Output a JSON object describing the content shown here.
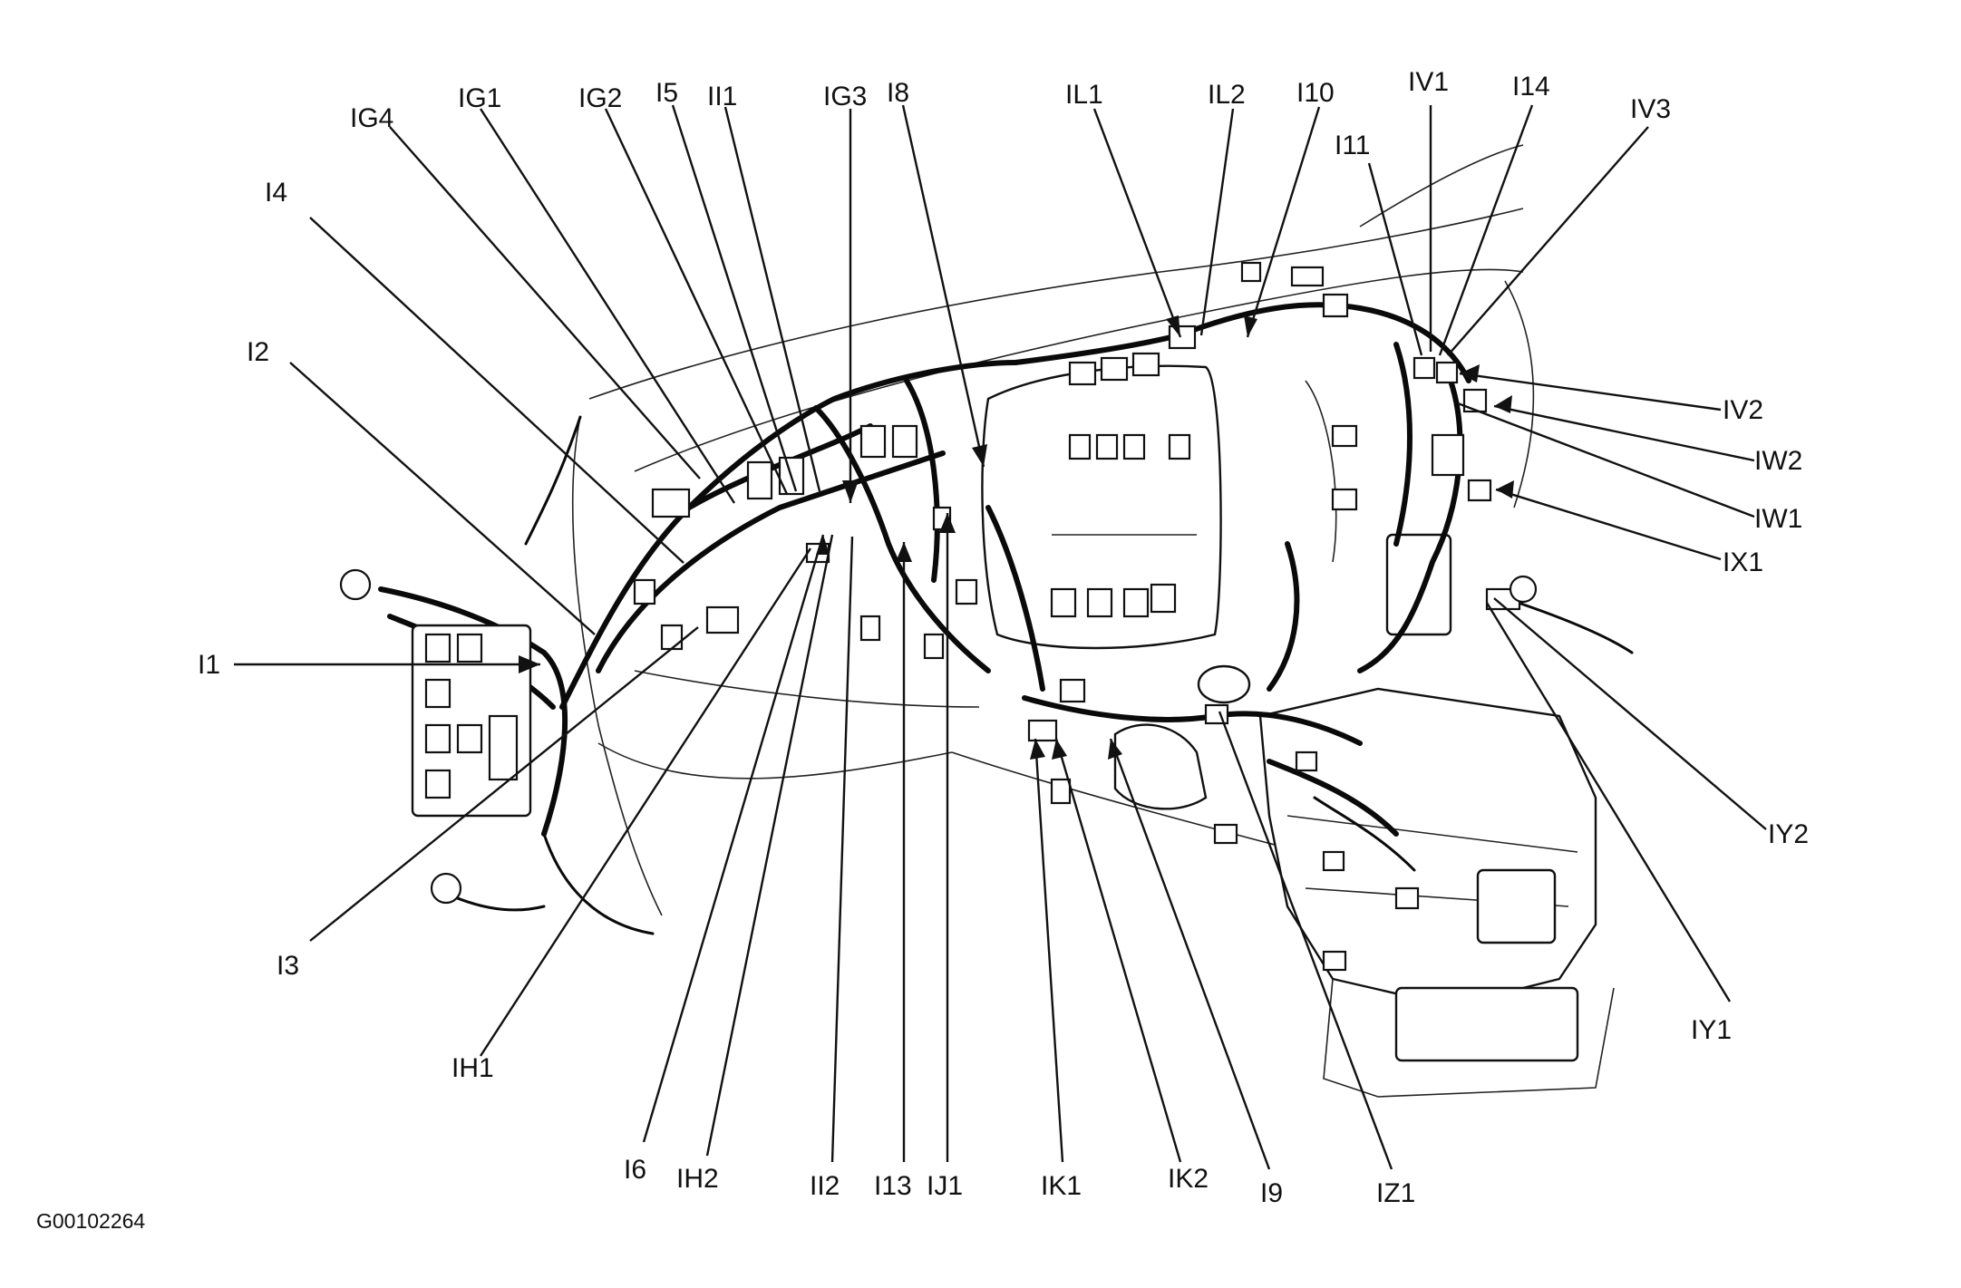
{
  "figure_id": "G00102264",
  "labels": {
    "IG4": "IG4",
    "IG1": "IG1",
    "IG2": "IG2",
    "I5": "I5",
    "II1": "II1",
    "IG3": "IG3",
    "I8": "I8",
    "IL1": "IL1",
    "IL2": "IL2",
    "I10": "I10",
    "I11": "I11",
    "IV1": "IV1",
    "I14": "I14",
    "IV3": "IV3",
    "I4": "I4",
    "I2": "I2",
    "I1": "I1",
    "I3": "I3",
    "IH1": "IH1",
    "I6": "I6",
    "IH2": "IH2",
    "II2": "II2",
    "I13": "I13",
    "IJ1": "IJ1",
    "IK1": "IK1",
    "IK2": "IK2",
    "I9": "I9",
    "IZ1": "IZ1",
    "IV2": "IV2",
    "IW2": "IW2",
    "IW1": "IW1",
    "IX1": "IX1",
    "IY2": "IY2",
    "IY1": "IY1"
  },
  "colors": {
    "ink": "#111111",
    "background": "#ffffff"
  }
}
